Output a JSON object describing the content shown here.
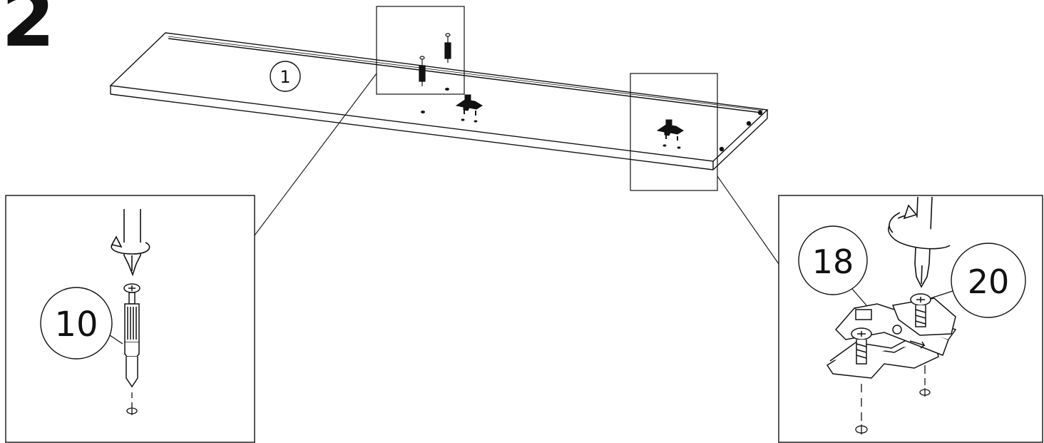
{
  "step": {
    "number": "2"
  },
  "panel": {
    "label": "1"
  },
  "left_detail": {
    "part_label": "10"
  },
  "right_detail": {
    "part_label_a": "18",
    "part_label_b": "20"
  },
  "colors": {
    "ink": "#111111",
    "background": "#ffffff"
  },
  "icons": [
    "screwdriver-icon",
    "rotation-arrow-icon",
    "cam-bolt-icon",
    "hinge-plate-icon",
    "screw-icon",
    "drill-hole-icon",
    "direction-arrow-icon"
  ]
}
